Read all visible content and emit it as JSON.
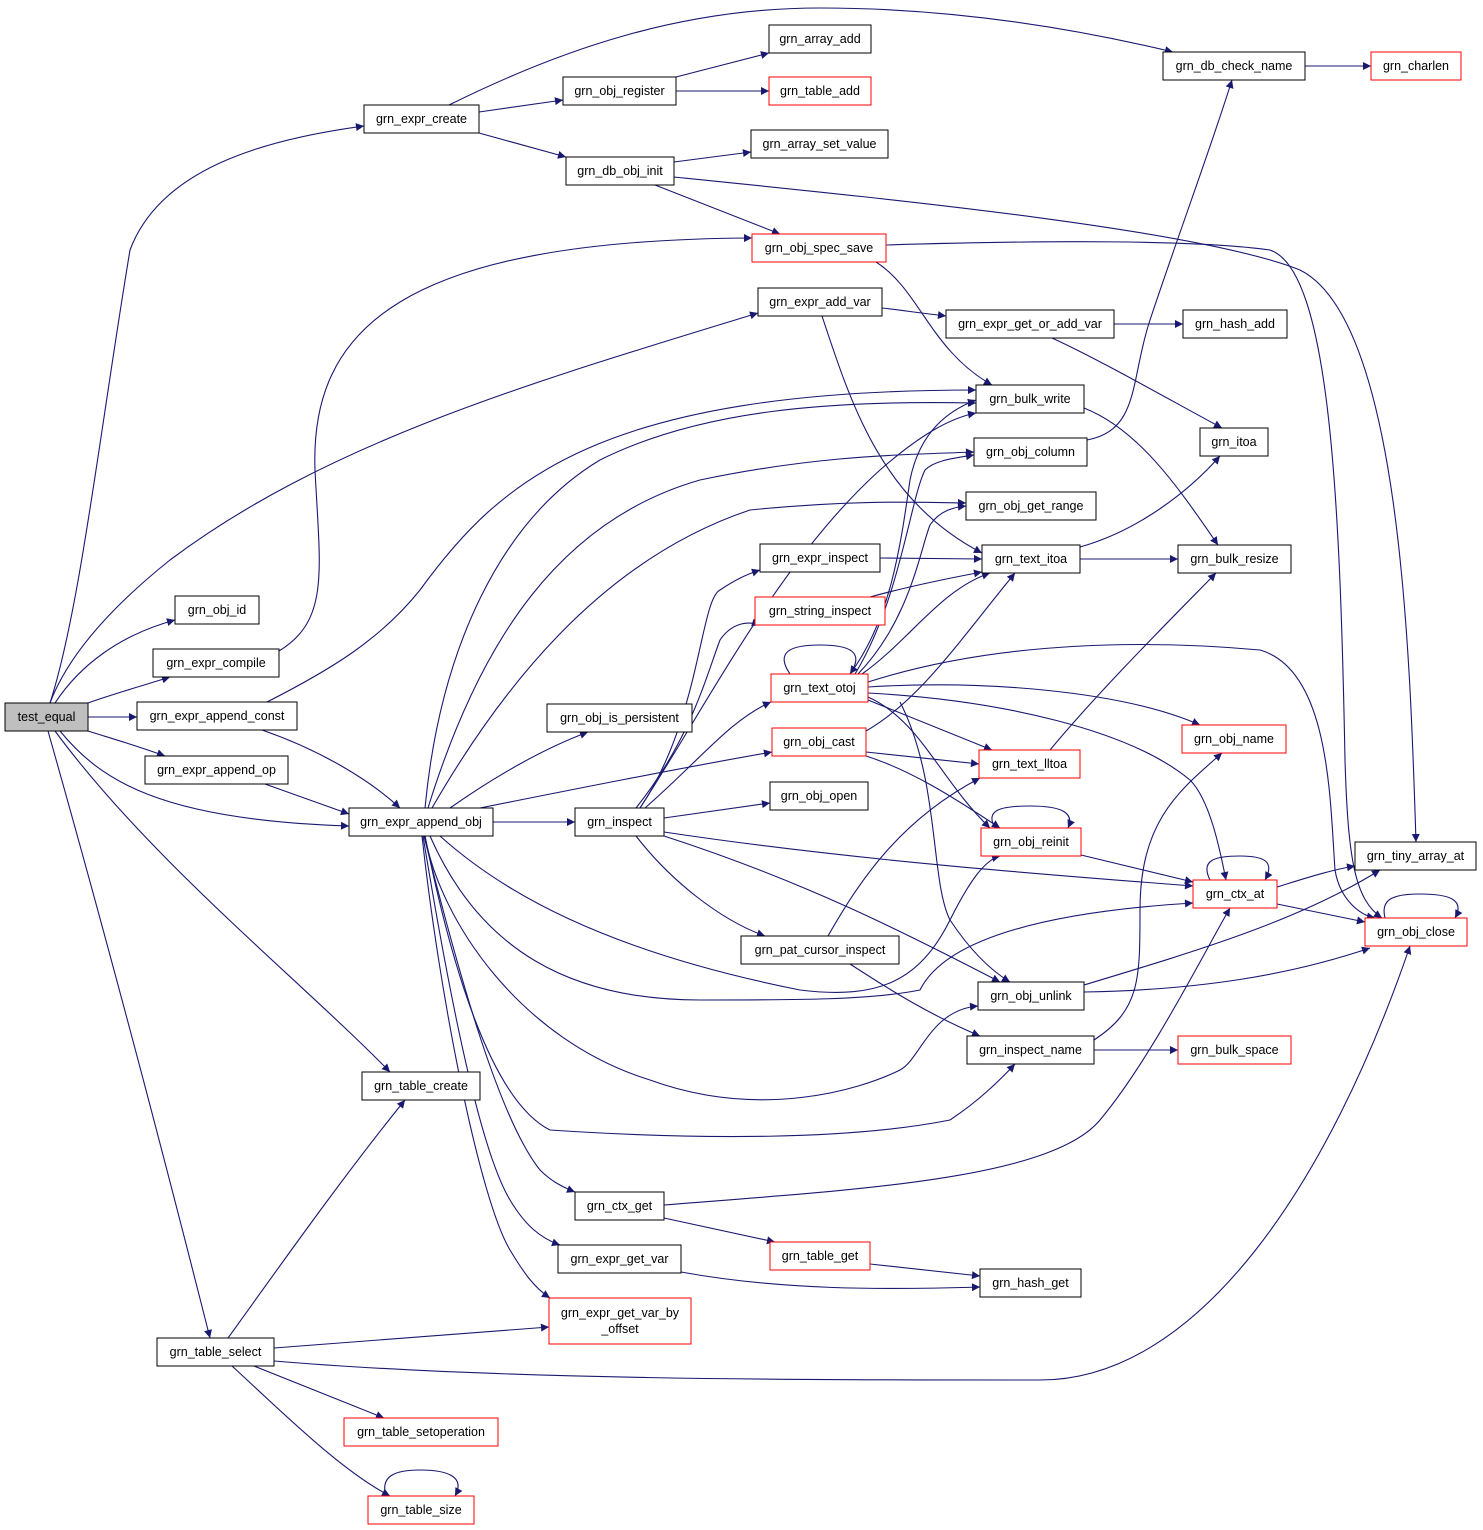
{
  "graph": {
    "nodes": [
      {
        "id": "test_equal",
        "label": "test_equal",
        "style": "root"
      },
      {
        "id": "grn_expr_create",
        "label": "grn_expr_create",
        "style": "black"
      },
      {
        "id": "grn_obj_id",
        "label": "grn_obj_id",
        "style": "black"
      },
      {
        "id": "grn_expr_compile",
        "label": "grn_expr_compile",
        "style": "black"
      },
      {
        "id": "grn_expr_append_const",
        "label": "grn_expr_append_const",
        "style": "black"
      },
      {
        "id": "grn_expr_append_op",
        "label": "grn_expr_append_op",
        "style": "black"
      },
      {
        "id": "grn_expr_append_obj",
        "label": "grn_expr_append_obj",
        "style": "black"
      },
      {
        "id": "grn_table_create",
        "label": "grn_table_create",
        "style": "black"
      },
      {
        "id": "grn_table_select",
        "label": "grn_table_select",
        "style": "black"
      },
      {
        "id": "grn_table_setoperation",
        "label": "grn_table_setoperation",
        "style": "red"
      },
      {
        "id": "grn_table_size",
        "label": "grn_table_size",
        "style": "red"
      },
      {
        "id": "grn_obj_register",
        "label": "grn_obj_register",
        "style": "black"
      },
      {
        "id": "grn_db_obj_init",
        "label": "grn_db_obj_init",
        "style": "black"
      },
      {
        "id": "grn_array_add",
        "label": "grn_array_add",
        "style": "black"
      },
      {
        "id": "grn_table_add",
        "label": "grn_table_add",
        "style": "red"
      },
      {
        "id": "grn_array_set_value",
        "label": "grn_array_set_value",
        "style": "black"
      },
      {
        "id": "grn_obj_spec_save",
        "label": "grn_obj_spec_save",
        "style": "red"
      },
      {
        "id": "grn_expr_add_var",
        "label": "grn_expr_add_var",
        "style": "black"
      },
      {
        "id": "grn_expr_get_or_add_var",
        "label": "grn_expr_get_or_add_var",
        "style": "black"
      },
      {
        "id": "grn_hash_add",
        "label": "grn_hash_add",
        "style": "black"
      },
      {
        "id": "grn_db_check_name",
        "label": "grn_db_check_name",
        "style": "black"
      },
      {
        "id": "grn_charlen",
        "label": "grn_charlen",
        "style": "red"
      },
      {
        "id": "grn_bulk_write",
        "label": "grn_bulk_write",
        "style": "black"
      },
      {
        "id": "grn_obj_column",
        "label": "grn_obj_column",
        "style": "black"
      },
      {
        "id": "grn_itoa",
        "label": "grn_itoa",
        "style": "black"
      },
      {
        "id": "grn_obj_get_range",
        "label": "grn_obj_get_range",
        "style": "black"
      },
      {
        "id": "grn_expr_inspect",
        "label": "grn_expr_inspect",
        "style": "black"
      },
      {
        "id": "grn_text_itoa",
        "label": "grn_text_itoa",
        "style": "black"
      },
      {
        "id": "grn_bulk_resize",
        "label": "grn_bulk_resize",
        "style": "black"
      },
      {
        "id": "grn_string_inspect",
        "label": "grn_string_inspect",
        "style": "red"
      },
      {
        "id": "grn_text_otoj",
        "label": "grn_text_otoj",
        "style": "red"
      },
      {
        "id": "grn_obj_is_persistent",
        "label": "grn_obj_is_persistent",
        "style": "black"
      },
      {
        "id": "grn_obj_name",
        "label": "grn_obj_name",
        "style": "red"
      },
      {
        "id": "grn_obj_cast",
        "label": "grn_obj_cast",
        "style": "red"
      },
      {
        "id": "grn_text_lltoa",
        "label": "grn_text_lltoa",
        "style": "red"
      },
      {
        "id": "grn_obj_open",
        "label": "grn_obj_open",
        "style": "black"
      },
      {
        "id": "grn_inspect",
        "label": "grn_inspect",
        "style": "black"
      },
      {
        "id": "grn_obj_reinit",
        "label": "grn_obj_reinit",
        "style": "red"
      },
      {
        "id": "grn_tiny_array_at",
        "label": "grn_tiny_array_at",
        "style": "black"
      },
      {
        "id": "grn_ctx_at",
        "label": "grn_ctx_at",
        "style": "red"
      },
      {
        "id": "grn_obj_close",
        "label": "grn_obj_close",
        "style": "red"
      },
      {
        "id": "grn_pat_cursor_inspect",
        "label": "grn_pat_cursor_inspect",
        "style": "black"
      },
      {
        "id": "grn_obj_unlink",
        "label": "grn_obj_unlink",
        "style": "black"
      },
      {
        "id": "grn_inspect_name",
        "label": "grn_inspect_name",
        "style": "black"
      },
      {
        "id": "grn_bulk_space",
        "label": "grn_bulk_space",
        "style": "red"
      },
      {
        "id": "grn_ctx_get",
        "label": "grn_ctx_get",
        "style": "black"
      },
      {
        "id": "grn_table_get",
        "label": "grn_table_get",
        "style": "red"
      },
      {
        "id": "grn_expr_get_var",
        "label": "grn_expr_get_var",
        "style": "black"
      },
      {
        "id": "grn_hash_get",
        "label": "grn_hash_get",
        "style": "black"
      },
      {
        "id": "grn_expr_get_var_by_offset",
        "label": "grn_expr_get_var_by\n_offset",
        "style": "red"
      }
    ],
    "edges": [
      [
        "test_equal",
        "grn_expr_create"
      ],
      [
        "test_equal",
        "grn_obj_id"
      ],
      [
        "test_equal",
        "grn_expr_compile"
      ],
      [
        "test_equal",
        "grn_expr_append_const"
      ],
      [
        "test_equal",
        "grn_expr_append_op"
      ],
      [
        "test_equal",
        "grn_expr_append_obj"
      ],
      [
        "test_equal",
        "grn_table_create"
      ],
      [
        "test_equal",
        "grn_table_select"
      ],
      [
        "test_equal",
        "grn_expr_add_var"
      ],
      [
        "grn_expr_create",
        "grn_obj_register"
      ],
      [
        "grn_expr_create",
        "grn_db_obj_init"
      ],
      [
        "grn_expr_create",
        "grn_db_check_name"
      ],
      [
        "grn_obj_register",
        "grn_array_add"
      ],
      [
        "grn_obj_register",
        "grn_table_add"
      ],
      [
        "grn_db_obj_init",
        "grn_array_set_value"
      ],
      [
        "grn_db_obj_init",
        "grn_obj_spec_save"
      ],
      [
        "grn_db_obj_init",
        "grn_tiny_array_at"
      ],
      [
        "grn_expr_compile",
        "grn_obj_spec_save"
      ],
      [
        "grn_obj_spec_save",
        "grn_bulk_write"
      ],
      [
        "grn_obj_spec_save",
        "grn_obj_close"
      ],
      [
        "grn_expr_add_var",
        "grn_expr_get_or_add_var"
      ],
      [
        "grn_expr_add_var",
        "grn_text_itoa"
      ],
      [
        "grn_expr_get_or_add_var",
        "grn_hash_add"
      ],
      [
        "grn_expr_get_or_add_var",
        "grn_itoa"
      ],
      [
        "grn_db_check_name",
        "grn_charlen"
      ],
      [
        "grn_obj_column",
        "grn_db_check_name"
      ],
      [
        "grn_bulk_write",
        "grn_bulk_resize"
      ],
      [
        "grn_text_itoa",
        "grn_itoa"
      ],
      [
        "grn_text_itoa",
        "grn_bulk_resize"
      ],
      [
        "grn_text_lltoa",
        "grn_bulk_resize"
      ],
      [
        "grn_expr_inspect",
        "grn_text_itoa"
      ],
      [
        "grn_string_inspect",
        "grn_text_itoa"
      ],
      [
        "grn_text_otoj",
        "grn_text_otoj"
      ],
      [
        "grn_text_otoj",
        "grn_bulk_write"
      ],
      [
        "grn_text_otoj",
        "grn_obj_column"
      ],
      [
        "grn_text_otoj",
        "grn_obj_get_range"
      ],
      [
        "grn_text_otoj",
        "grn_text_itoa"
      ],
      [
        "grn_text_otoj",
        "grn_obj_name"
      ],
      [
        "grn_text_otoj",
        "grn_text_lltoa"
      ],
      [
        "grn_text_otoj",
        "grn_obj_reinit"
      ],
      [
        "grn_text_otoj",
        "grn_ctx_at"
      ],
      [
        "grn_text_otoj",
        "grn_obj_close"
      ],
      [
        "grn_text_otoj",
        "grn_obj_unlink"
      ],
      [
        "grn_obj_cast",
        "grn_text_itoa"
      ],
      [
        "grn_obj_cast",
        "grn_text_lltoa"
      ],
      [
        "grn_obj_cast",
        "grn_obj_reinit"
      ],
      [
        "grn_obj_reinit",
        "grn_obj_reinit"
      ],
      [
        "grn_obj_reinit",
        "grn_ctx_at"
      ],
      [
        "grn_ctx_at",
        "grn_ctx_at"
      ],
      [
        "grn_ctx_at",
        "grn_tiny_array_at"
      ],
      [
        "grn_ctx_at",
        "grn_obj_close"
      ],
      [
        "grn_obj_close",
        "grn_obj_close"
      ],
      [
        "grn_obj_unlink",
        "grn_tiny_array_at"
      ],
      [
        "grn_obj_unlink",
        "grn_obj_close"
      ],
      [
        "grn_inspect",
        "grn_expr_inspect"
      ],
      [
        "grn_inspect",
        "grn_string_inspect"
      ],
      [
        "grn_inspect",
        "grn_text_otoj"
      ],
      [
        "grn_inspect",
        "grn_obj_open"
      ],
      [
        "grn_inspect",
        "grn_ctx_at"
      ],
      [
        "grn_inspect",
        "grn_pat_cursor_inspect"
      ],
      [
        "grn_inspect",
        "grn_obj_unlink"
      ],
      [
        "grn_inspect",
        "grn_bulk_write"
      ],
      [
        "grn_pat_cursor_inspect",
        "grn_text_lltoa"
      ],
      [
        "grn_pat_cursor_inspect",
        "grn_inspect_name"
      ],
      [
        "grn_inspect_name",
        "grn_obj_name"
      ],
      [
        "grn_inspect_name",
        "grn_bulk_space"
      ],
      [
        "grn_expr_append_const",
        "grn_expr_append_obj"
      ],
      [
        "grn_expr_append_const",
        "grn_bulk_write"
      ],
      [
        "grn_expr_append_op",
        "grn_expr_append_obj"
      ],
      [
        "grn_expr_append_obj",
        "grn_inspect"
      ],
      [
        "grn_expr_append_obj",
        "grn_obj_is_persistent"
      ],
      [
        "grn_expr_append_obj",
        "grn_obj_cast"
      ],
      [
        "grn_expr_append_obj",
        "grn_bulk_write"
      ],
      [
        "grn_expr_append_obj",
        "grn_obj_column"
      ],
      [
        "grn_expr_append_obj",
        "grn_obj_get_range"
      ],
      [
        "grn_expr_append_obj",
        "grn_obj_reinit"
      ],
      [
        "grn_expr_append_obj",
        "grn_ctx_at"
      ],
      [
        "grn_expr_append_obj",
        "grn_obj_unlink"
      ],
      [
        "grn_expr_append_obj",
        "grn_inspect_name"
      ],
      [
        "grn_expr_append_obj",
        "grn_ctx_get"
      ],
      [
        "grn_expr_append_obj",
        "grn_expr_get_var"
      ],
      [
        "grn_expr_append_obj",
        "grn_expr_get_var_by_offset"
      ],
      [
        "grn_ctx_get",
        "grn_table_get"
      ],
      [
        "grn_ctx_get",
        "grn_ctx_at"
      ],
      [
        "grn_table_get",
        "grn_hash_get"
      ],
      [
        "grn_expr_get_var",
        "grn_hash_get"
      ],
      [
        "grn_table_select",
        "grn_table_create"
      ],
      [
        "grn_table_select",
        "grn_expr_get_var_by_offset"
      ],
      [
        "grn_table_select",
        "grn_table_setoperation"
      ],
      [
        "grn_table_select",
        "grn_table_size"
      ],
      [
        "grn_table_select",
        "grn_obj_close"
      ],
      [
        "grn_table_size",
        "grn_table_size"
      ]
    ]
  }
}
